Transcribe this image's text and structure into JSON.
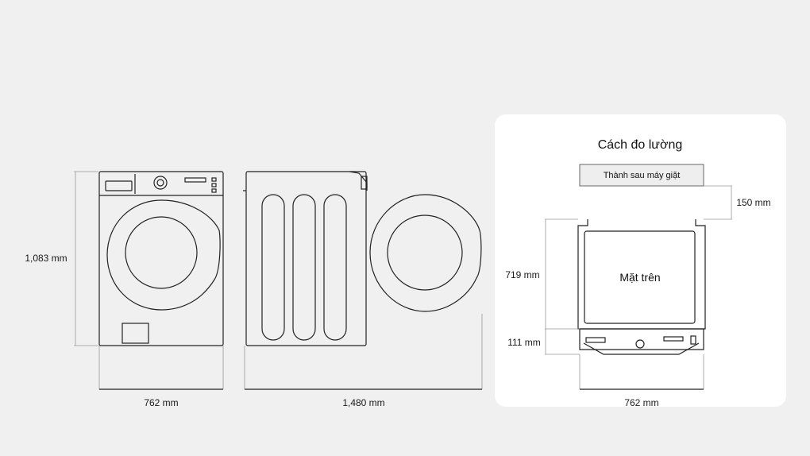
{
  "dimensions": {
    "height": "1,083 mm",
    "front_width": "762 mm",
    "side_depth": "1,480 mm"
  },
  "measure_panel": {
    "title": "Cách đo lường",
    "wall_label": "Thành sau máy giặt",
    "top_label": "Mặt trên",
    "gap": "150 mm",
    "depth": "719 mm",
    "front_depth": "111 mm",
    "width": "762 mm"
  },
  "colors": {
    "background": "#f0f0f0",
    "panel": "#ffffff",
    "line": "#222222"
  }
}
